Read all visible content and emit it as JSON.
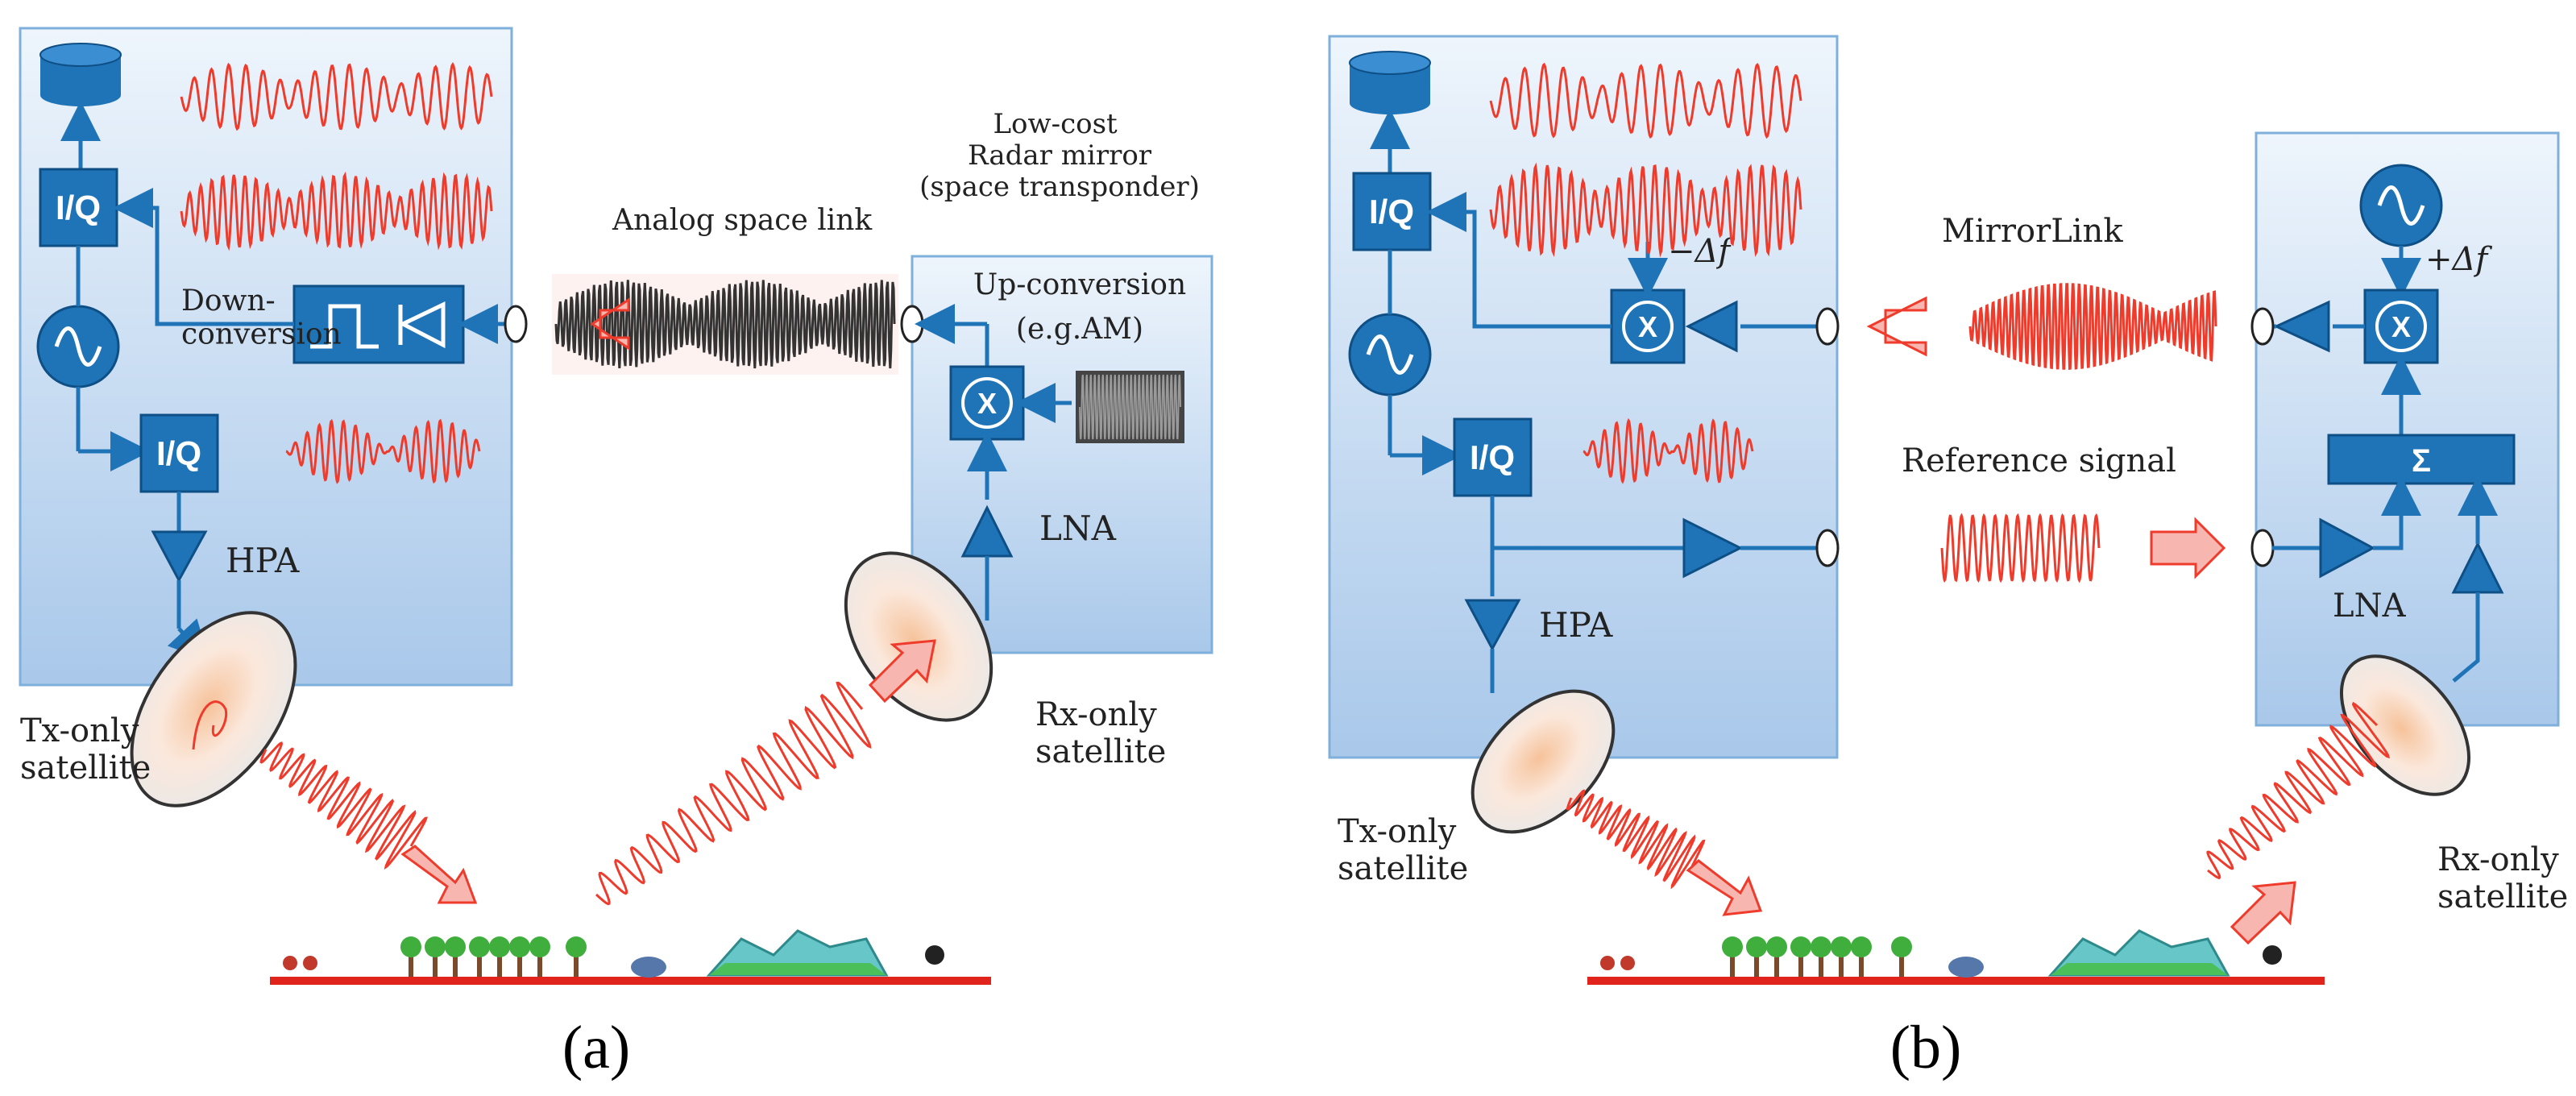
{
  "panel_a": {
    "caption": "(a)",
    "tx_satellite": "Tx-only\nsatellite",
    "rx_satellite": "Rx-only\nsatellite",
    "link_label": "Analog space link",
    "mirror_title": "Low-cost\nRadar mirror\n(space transponder)",
    "upconversion": "Up-conversion",
    "modulation": "(e.g.AM)",
    "downconversion": "Down-\nconversion",
    "iq_label": "I/Q",
    "hpa": "HPA",
    "lna": "LNA",
    "mixer": "X"
  },
  "panel_b": {
    "caption": "(b)",
    "tx_satellite": "Tx-only\nsatellite",
    "rx_satellite": "Rx-only\nsatellite",
    "link_label": "MirrorLink",
    "reference_label": "Reference signal",
    "minus_df": "−Δf",
    "plus_df": "+Δf",
    "iq_label": "I/Q",
    "hpa": "HPA",
    "lna": "LNA",
    "sum": "Σ",
    "mixer": "X"
  },
  "colors": {
    "block_blue": "#1f74b8",
    "panel_blue": "#c9ddf3",
    "signal_red": "#ef3b2c",
    "ground_red": "#e0231b"
  }
}
